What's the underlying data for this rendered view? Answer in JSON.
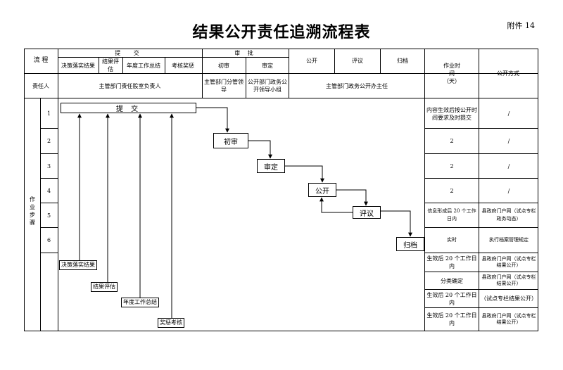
{
  "title": "结果公开责任追溯流程表",
  "attachment": "附件 14",
  "header": {
    "flow": "流 程",
    "submit": "提 交",
    "sub_items": [
      "决策落实结果",
      "结果评估",
      "年度工作总结",
      "考核奖惩"
    ],
    "approve": "审 批",
    "first_review": "初审",
    "review": "审定",
    "publish": "公开",
    "comment": "评议",
    "archive": "归档",
    "work_time": "作业时间（天）",
    "publish_method": "公开方式"
  },
  "responsible": {
    "label": "责任人",
    "submitter": "主管部门责任股室负责人",
    "first_reviewer": "主管部门分管领导",
    "reviewer": "公开部门政务公开领导小组",
    "office": "主管部门政务公开办主任"
  },
  "steps": {
    "label": "作业步骤",
    "numbers": [
      "1",
      "2",
      "3",
      "4",
      "5",
      "6"
    ]
  },
  "flow_nodes": {
    "submit_box": "提 交",
    "first_review": "初审",
    "review": "审定",
    "publish": "公开",
    "comment": "评议",
    "archive": "归档"
  },
  "inputs": [
    "决策落实结果",
    "结果评估",
    "年度工作总结",
    "奖惩考核"
  ],
  "right_rows": [
    {
      "time": "内容生效后按公开时间要求及时提交",
      "method": "/"
    },
    {
      "time": "2",
      "method": "/"
    },
    {
      "time": "2",
      "method": "/"
    },
    {
      "time": "2",
      "method": "/"
    },
    {
      "time": "信息形成后 20 个工作日内",
      "method": "县政府门户网（试点专栏政务动态）"
    },
    {
      "time": "实时",
      "method": "执行档案管理规定"
    },
    {
      "time": "生效后 20 个工作日内",
      "method": "县政府门户网（试点专栏结果公开）"
    },
    {
      "time": "分类确定",
      "method": "县政府门户网（试点专栏结果公开）"
    },
    {
      "time": "生效后 20 个工作日内",
      "method": "（试点专栏结果公开）"
    },
    {
      "time": "生效后 20 个工作日内",
      "method": "县政府门户网（试点专栏结果公开）"
    }
  ]
}
